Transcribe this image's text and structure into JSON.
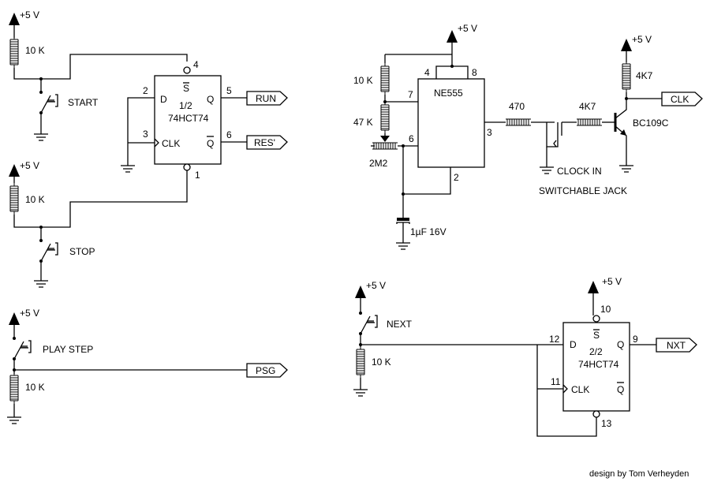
{
  "supply": "+5 V",
  "start_circuit": {
    "resistor": "10 K",
    "switch": "START"
  },
  "stop_circuit": {
    "resistor": "10 K",
    "switch": "STOP"
  },
  "play_step_circuit": {
    "switch": "PLAY STEP",
    "resistor": "10 K",
    "output": "PSG"
  },
  "flipflop_1": {
    "part": "1/2",
    "chip": "74HCT74",
    "pins": {
      "s": "4",
      "d": "2",
      "clk_pin": "3",
      "q": "5",
      "qbar": "6",
      "r": "1"
    },
    "labels": {
      "d": "D",
      "clk": "CLK",
      "q": "Q",
      "qbar": "Q",
      "s": "S"
    },
    "outputs": {
      "q": "RUN",
      "qbar": "RES'"
    }
  },
  "timer": {
    "chip": "NE555",
    "pins": {
      "p4": "4",
      "p8": "8",
      "p7": "7",
      "p6": "6",
      "p3": "3",
      "p2": "2"
    },
    "r1": "10 K",
    "r2": "47 K",
    "pot": "2M2",
    "cap": "1µF 16V",
    "r_out": "470",
    "r_base": "4K7",
    "r_coll": "4K7",
    "transistor": "BC109C",
    "jack_label_1": "CLOCK IN",
    "jack_label_2": "SWITCHABLE JACK",
    "output": "CLK"
  },
  "next_circuit": {
    "switch": "NEXT",
    "resistor": "10 K"
  },
  "flipflop_2": {
    "part": "2/2",
    "chip": "74HCT74",
    "pins": {
      "s": "10",
      "d": "12",
      "clk_pin": "11",
      "q": "9",
      "r": "13"
    },
    "labels": {
      "d": "D",
      "clk": "CLK",
      "q": "Q",
      "qbar": "Q",
      "s": "S"
    },
    "output": "NXT"
  },
  "credit": "design by Tom Verheyden"
}
